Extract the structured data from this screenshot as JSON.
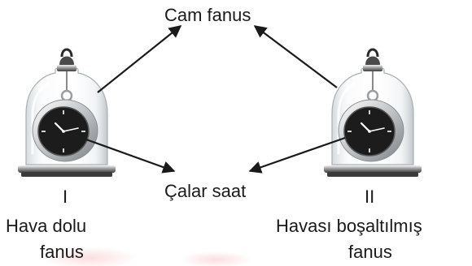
{
  "labels": {
    "glass_dome": "Cam fanus",
    "alarm_clock": "Çalar saat",
    "roman_left": "I",
    "roman_right": "II",
    "left_caption_line1": "Hava dolu",
    "left_caption_line2": "fanus",
    "right_caption_line1": "Havası boşaltılmış",
    "right_caption_line2": "fanus"
  }
}
